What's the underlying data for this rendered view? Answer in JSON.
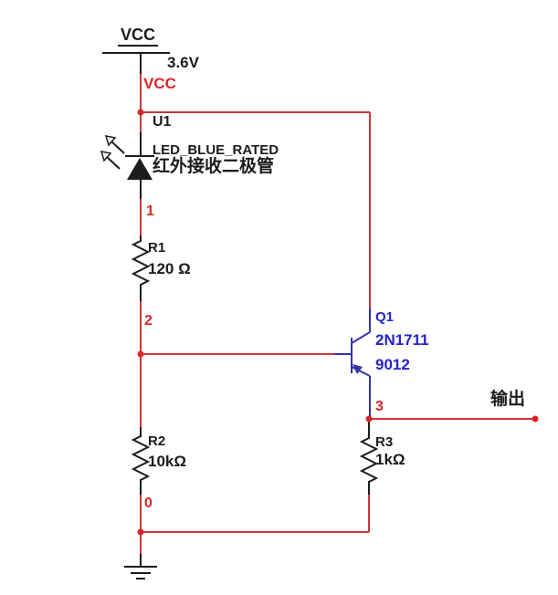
{
  "colors": {
    "background": "#ffffff",
    "wire_red": "#d23434",
    "net_label_red": "#da2727",
    "component_text_blue": "#2424cc",
    "symbol_blue": "#3434aa",
    "ink_black": "#1c1c1c"
  },
  "power": {
    "rail_label": "VCC",
    "voltage": "3.6V"
  },
  "nets": {
    "vcc": "VCC",
    "n1": "1",
    "n2": "2",
    "n3": "3",
    "n0": "0"
  },
  "components": {
    "u1": {
      "ref": "U1",
      "part": "LED_BLUE_RATED",
      "description_cn": "红外接收二极管"
    },
    "r1": {
      "ref": "R1",
      "value": "120 Ω"
    },
    "r2": {
      "ref": "R2",
      "value": "10kΩ"
    },
    "r3": {
      "ref": "R3",
      "value": "1kΩ"
    },
    "q1": {
      "ref": "Q1",
      "part": "2N1711",
      "model": "9012"
    }
  },
  "annotations": {
    "output_label": "输出"
  },
  "icons": {
    "power_rail": "vcc-rail-icon",
    "ground": "ground-icon",
    "led_receiver": "led-photodiode-icon",
    "resistor": "resistor-zigzag-icon",
    "transistor": "bjt-pnp-icon",
    "junction": "junction-dot-icon"
  }
}
